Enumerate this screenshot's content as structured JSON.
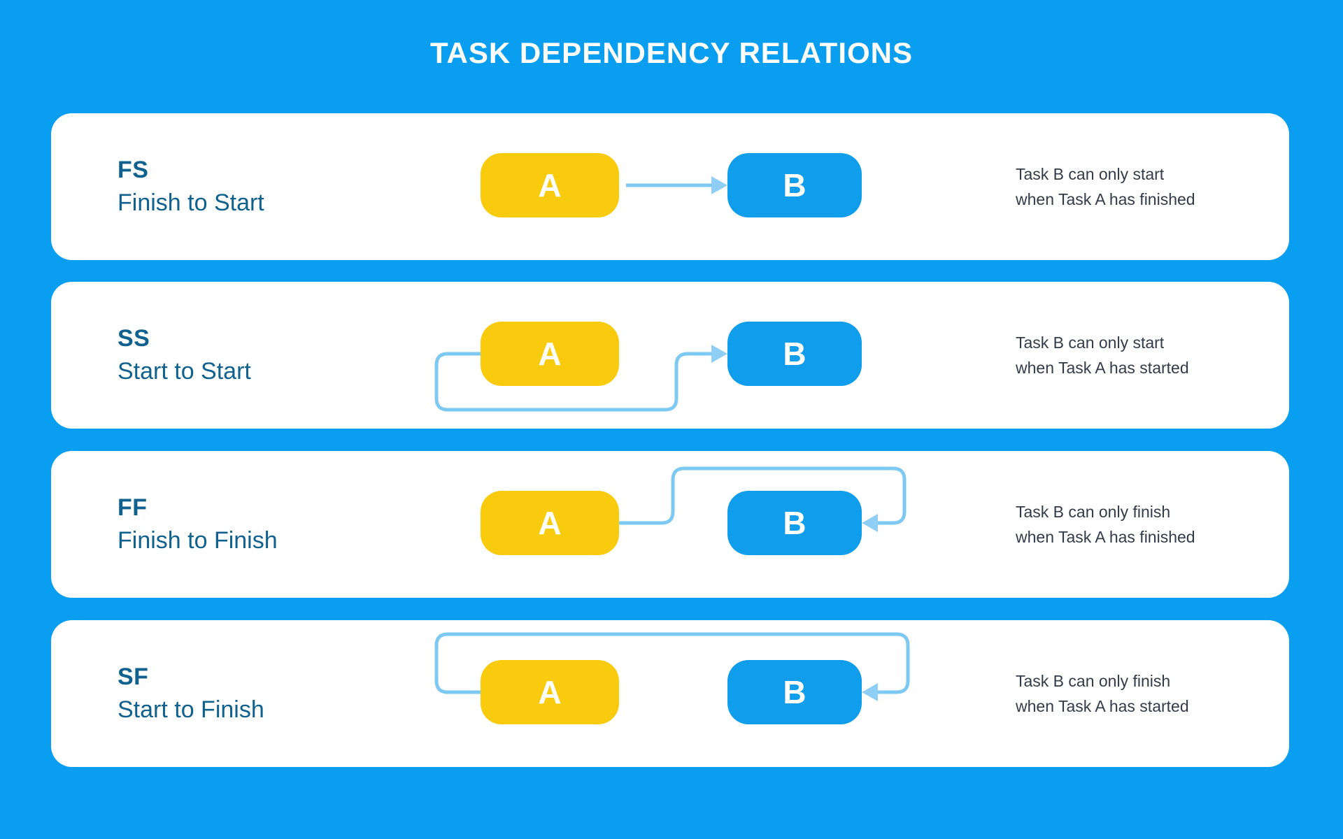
{
  "title": "TASK DEPENDENCY RELATIONS",
  "colors": {
    "background": "#0A9EF0",
    "card": "#FFFFFF",
    "title_text": "#FFFFFF",
    "label_text": "#10618E",
    "description_text": "#333B49",
    "task_a_fill": "#F9CB0F",
    "task_a_shadow": "#F5A70B",
    "task_b_fill": "#109EEC",
    "task_b_shadow": "#0F7CBE",
    "connector_line": "#7EC9F2",
    "connector_arrowhead": "#8FCFF5"
  },
  "rows": [
    {
      "acronym": "FS",
      "name": "Finish to Start",
      "task_a": "A",
      "task_b": "B",
      "description_line1": "Task B can only start",
      "description_line2": "when Task A has finished"
    },
    {
      "acronym": "SS",
      "name": "Start to Start",
      "task_a": "A",
      "task_b": "B",
      "description_line1": "Task B can only start",
      "description_line2": "when Task A has started"
    },
    {
      "acronym": "FF",
      "name": "Finish to Finish",
      "task_a": "A",
      "task_b": "B",
      "description_line1": "Task B can only finish",
      "description_line2": "when Task A has finished"
    },
    {
      "acronym": "SF",
      "name": "Start to Finish",
      "task_a": "A",
      "task_b": "B",
      "description_line1": "Task B can only finish",
      "description_line2": "when Task A has started"
    }
  ]
}
